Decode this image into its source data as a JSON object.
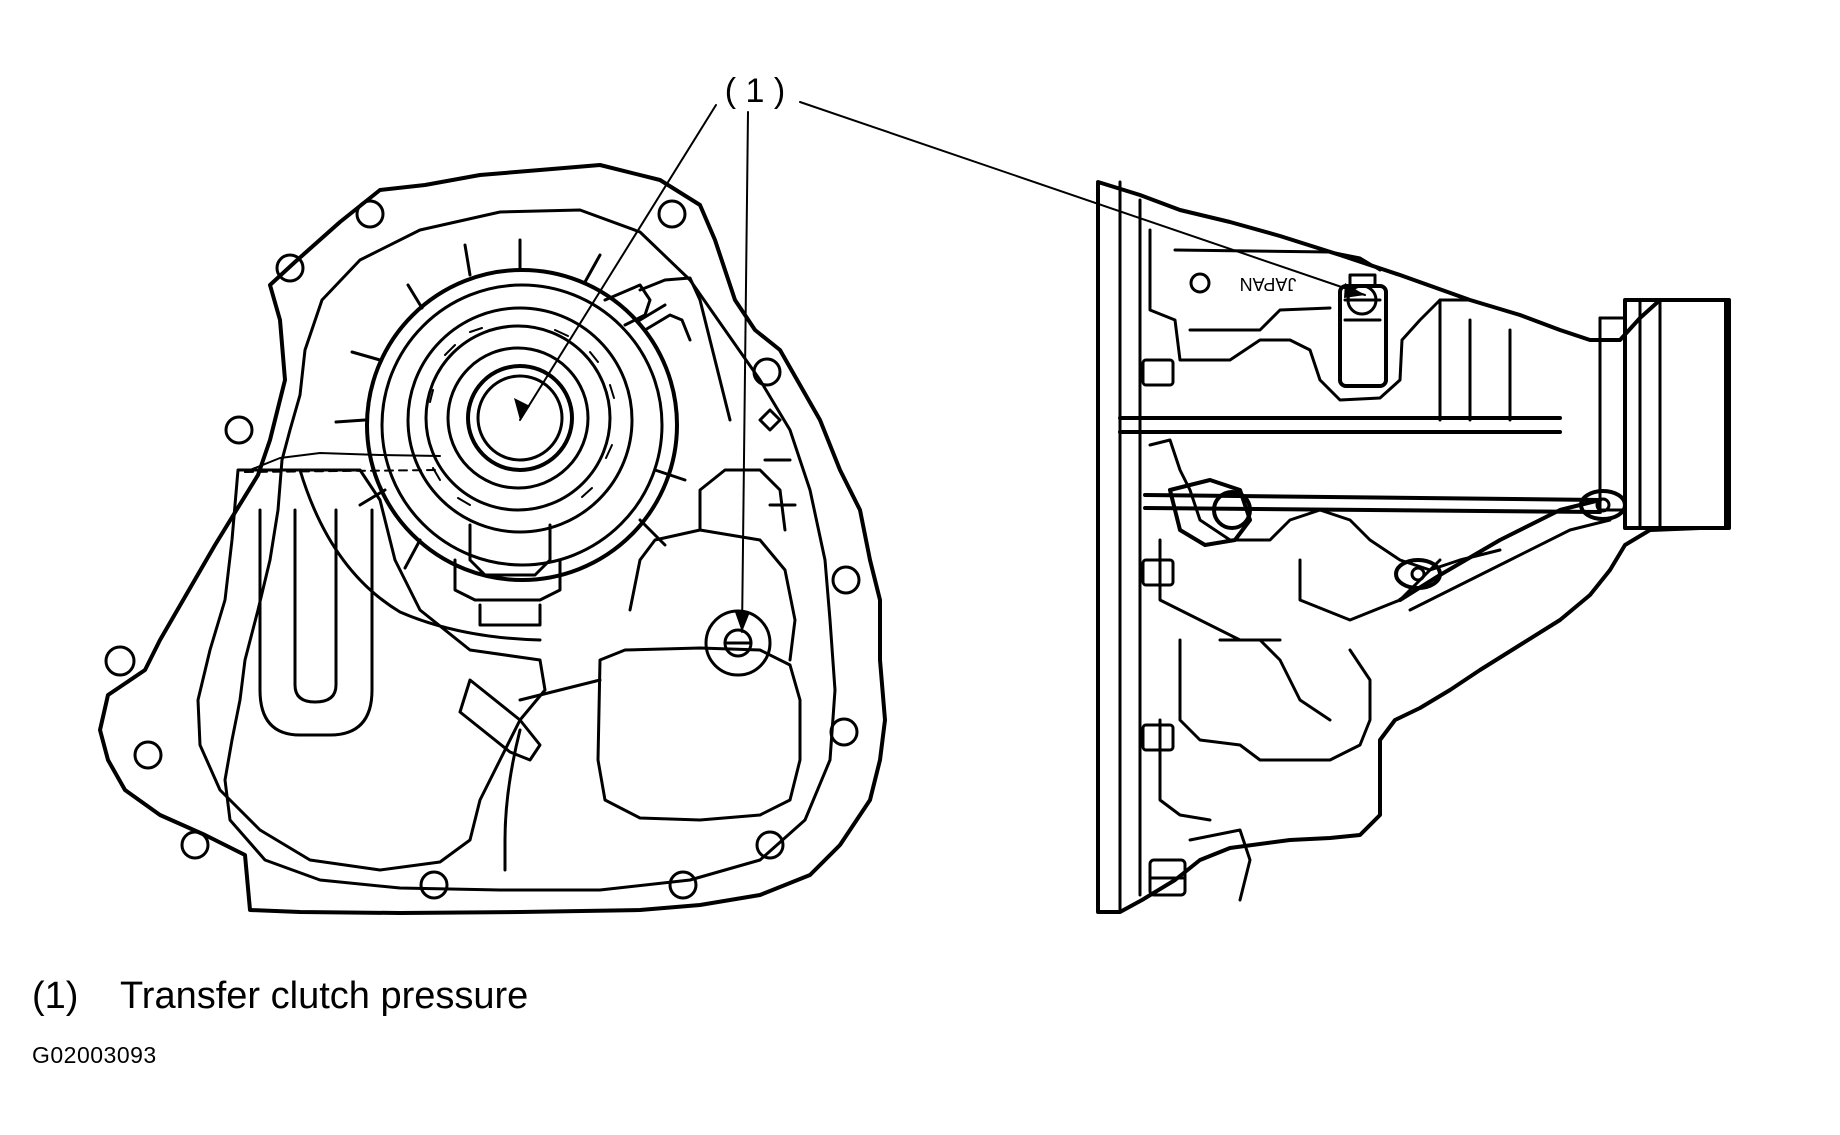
{
  "callout": {
    "label": "( 1 )"
  },
  "legend": {
    "items": [
      {
        "number": "(1)",
        "description": "Transfer clutch pressure"
      }
    ]
  },
  "figure_id": "G02003093",
  "case_stamp": "JAPAN",
  "colors": {
    "line": "#000000",
    "background": "#ffffff"
  }
}
